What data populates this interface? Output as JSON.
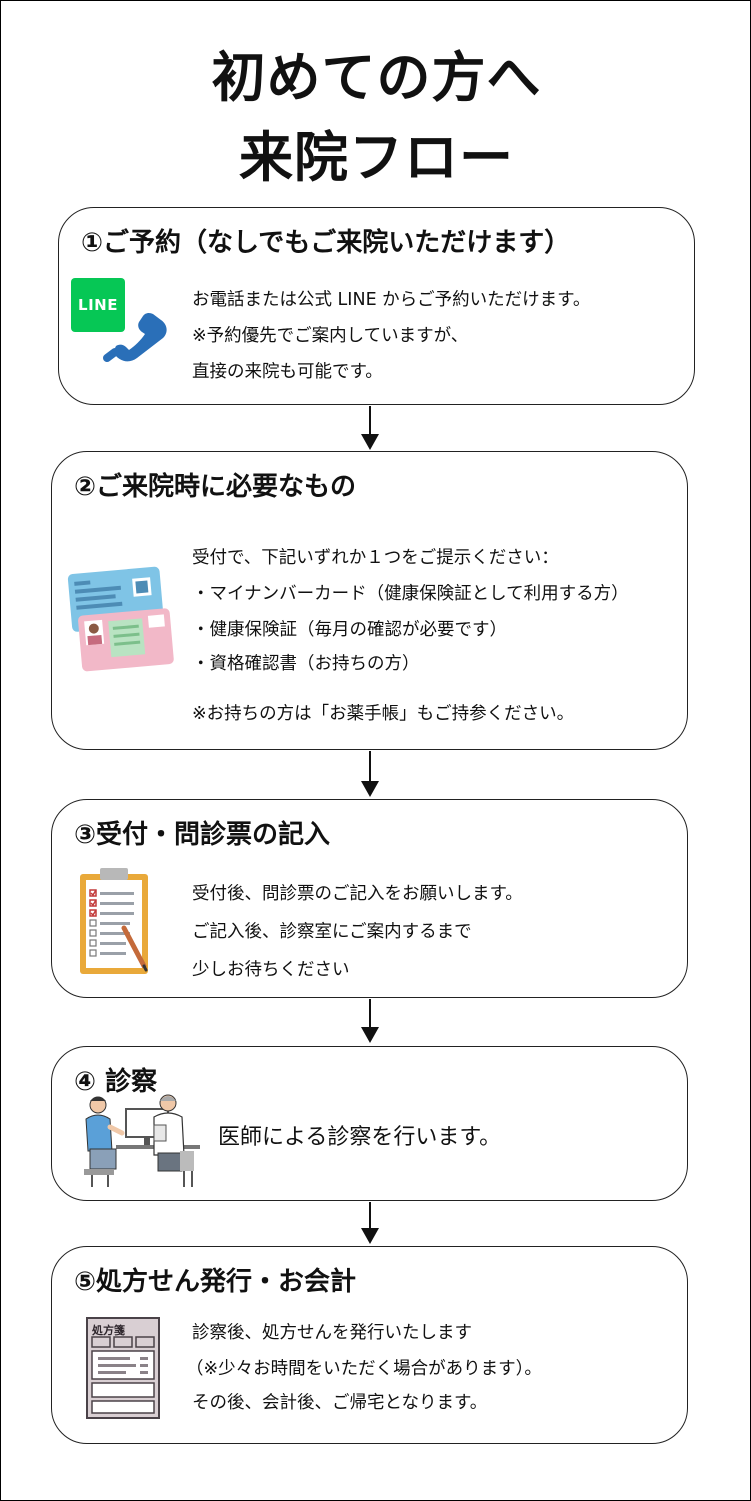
{
  "title": {
    "line1": "初めての方へ",
    "line2": "来院フロー"
  },
  "steps": [
    {
      "heading": "①ご予約（なしでもご来院いただけます）",
      "logo_text": "LINE",
      "lines": [
        "お電話または公式 LINE からご予約いただけます。",
        "※予約優先でご案内していますが、",
        "直接の来院も可能です。"
      ]
    },
    {
      "heading": "②ご来院時に必要なもの",
      "lines": [
        "受付で、下記いずれか１つをご提示ください：",
        "・マイナンバーカード（健康保険証として利用する方）",
        "・健康保険証（毎月の確認が必要です）",
        "・資格確認書（お持ちの方）",
        "※お持ちの方は「お薬手帳」もご持参ください。"
      ]
    },
    {
      "heading": "③受付・問診票の記入",
      "lines": [
        "受付後、問診票のご記入をお願いします。",
        "ご記入後、診察室にご案内するまで",
        "少しお待ちください"
      ]
    },
    {
      "heading": "④ 診察",
      "lines": [
        "医師による診察を行います。"
      ]
    },
    {
      "heading": "⑤処方せん発行・お会計",
      "icon_label": "処方箋",
      "lines": [
        "診察後、処方せんを発行いたします",
        "（※少々お時間をいただく場合があります）。",
        "その後、会計後、ご帰宅となります。"
      ]
    }
  ],
  "colors": {
    "line_green": "#06c755",
    "phone_blue": "#2a6fb8",
    "card_blue": "#7fc4e6",
    "card_pink": "#f2b8c8",
    "clipboard": "#e9a93a"
  }
}
